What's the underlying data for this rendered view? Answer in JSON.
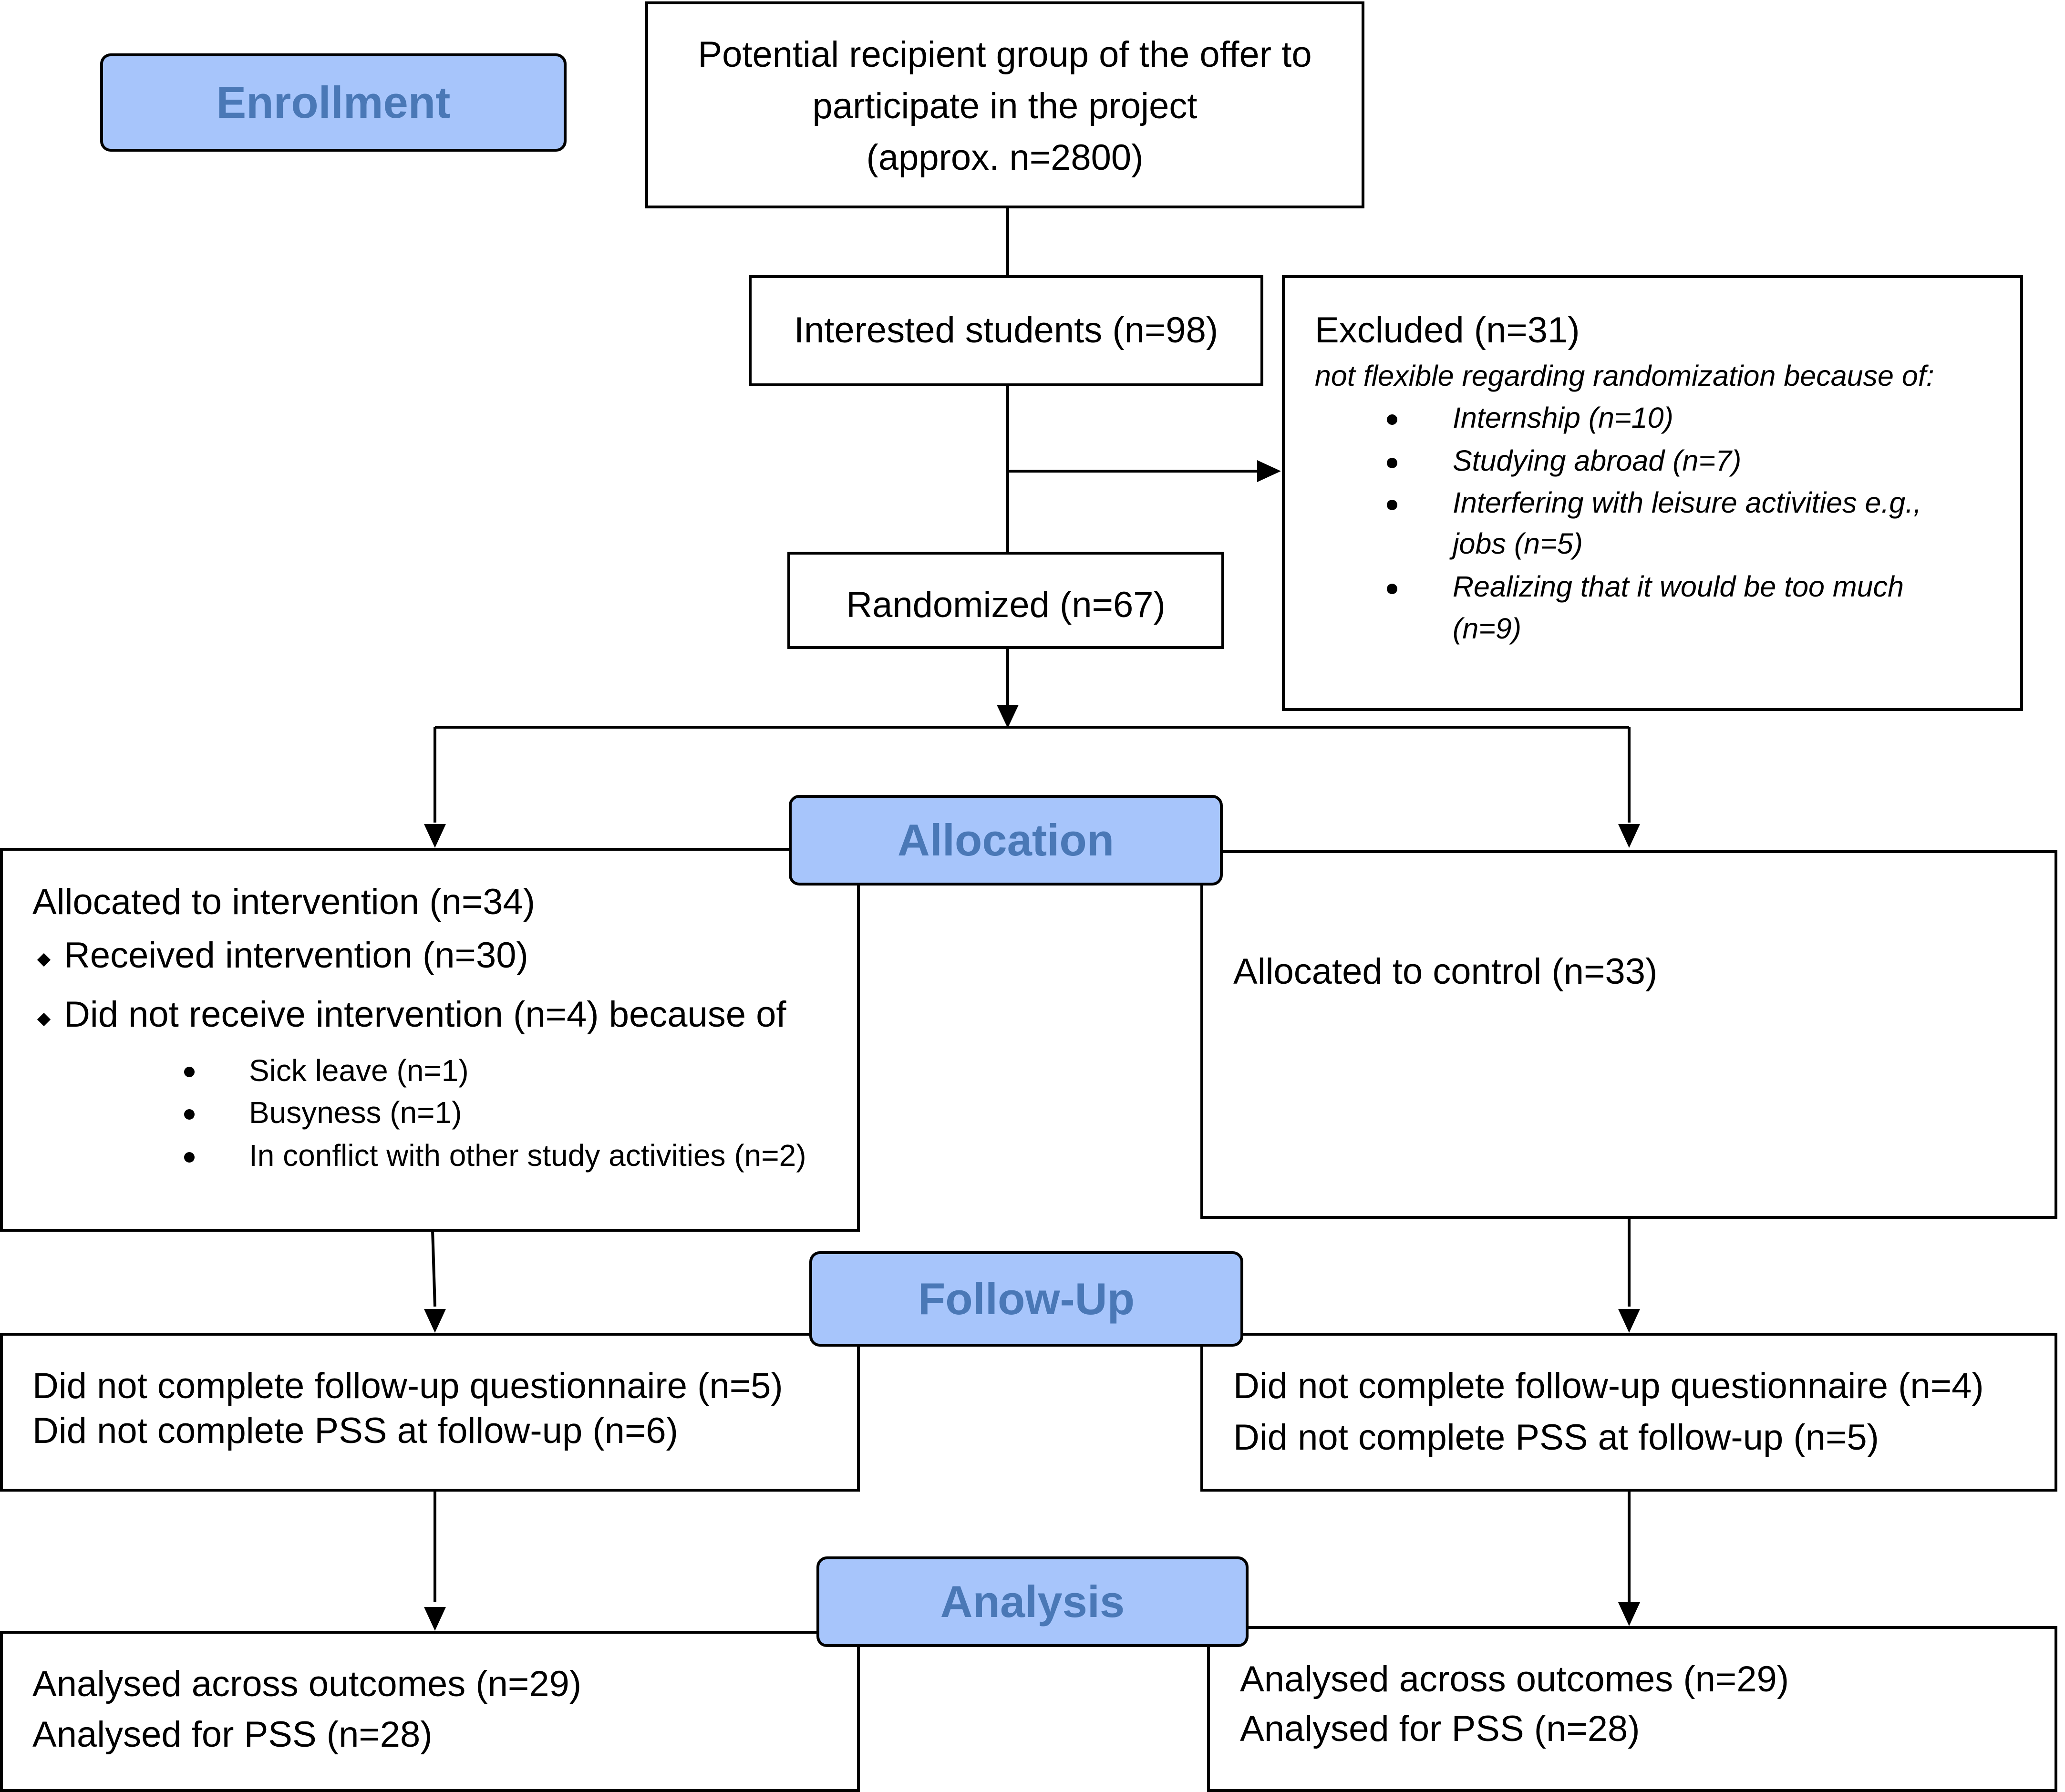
{
  "stages": {
    "enrollment": "Enrollment",
    "allocation": "Allocation",
    "follow_up": "Follow-Up",
    "analysis": "Analysis"
  },
  "potential": {
    "line1": "Potential recipient group of the offer to",
    "line2": "participate in the project",
    "line3": "(approx. n=2800)"
  },
  "interested": "Interested students (n=98)",
  "randomized": "Randomized (n=67)",
  "excluded": {
    "title": "Excluded (n=31)",
    "subtitle": "not flexible regarding randomization because of:",
    "reasons": [
      {
        "line1": "Internship (n=10)",
        "line2": ""
      },
      {
        "line1": "Studying abroad (n=7)",
        "line2": ""
      },
      {
        "line1": "Interfering with leisure activities e.g.,",
        "line2": "jobs (n=5)"
      },
      {
        "line1": "Realizing that it would be too much",
        "line2": "(n=9)"
      }
    ]
  },
  "intervention": {
    "allocated": "Allocated to intervention (n=34)",
    "received": "Received intervention (n=30)",
    "not_received": "Did not receive intervention (n=4) because of",
    "reasons": [
      "Sick leave (n=1)",
      "Busyness (n=1)",
      "In conflict with other study activities (n=2)"
    ]
  },
  "control": {
    "allocated": "Allocated to control (n=33)"
  },
  "followup_left": {
    "line1": "Did not complete follow-up questionnaire (n=5)",
    "line2": "Did not complete PSS at follow-up (n=6)"
  },
  "followup_right": {
    "line1": "Did not complete follow-up questionnaire (n=4)",
    "line2": "Did not complete PSS at follow-up (n=5)"
  },
  "analysis_left": {
    "line1": "Analysed across outcomes (n=29)",
    "line2": "Analysed for PSS (n=28)"
  },
  "analysis_right": {
    "line1": "Analysed across outcomes (n=29)",
    "line2": "Analysed for PSS (n=28)"
  }
}
